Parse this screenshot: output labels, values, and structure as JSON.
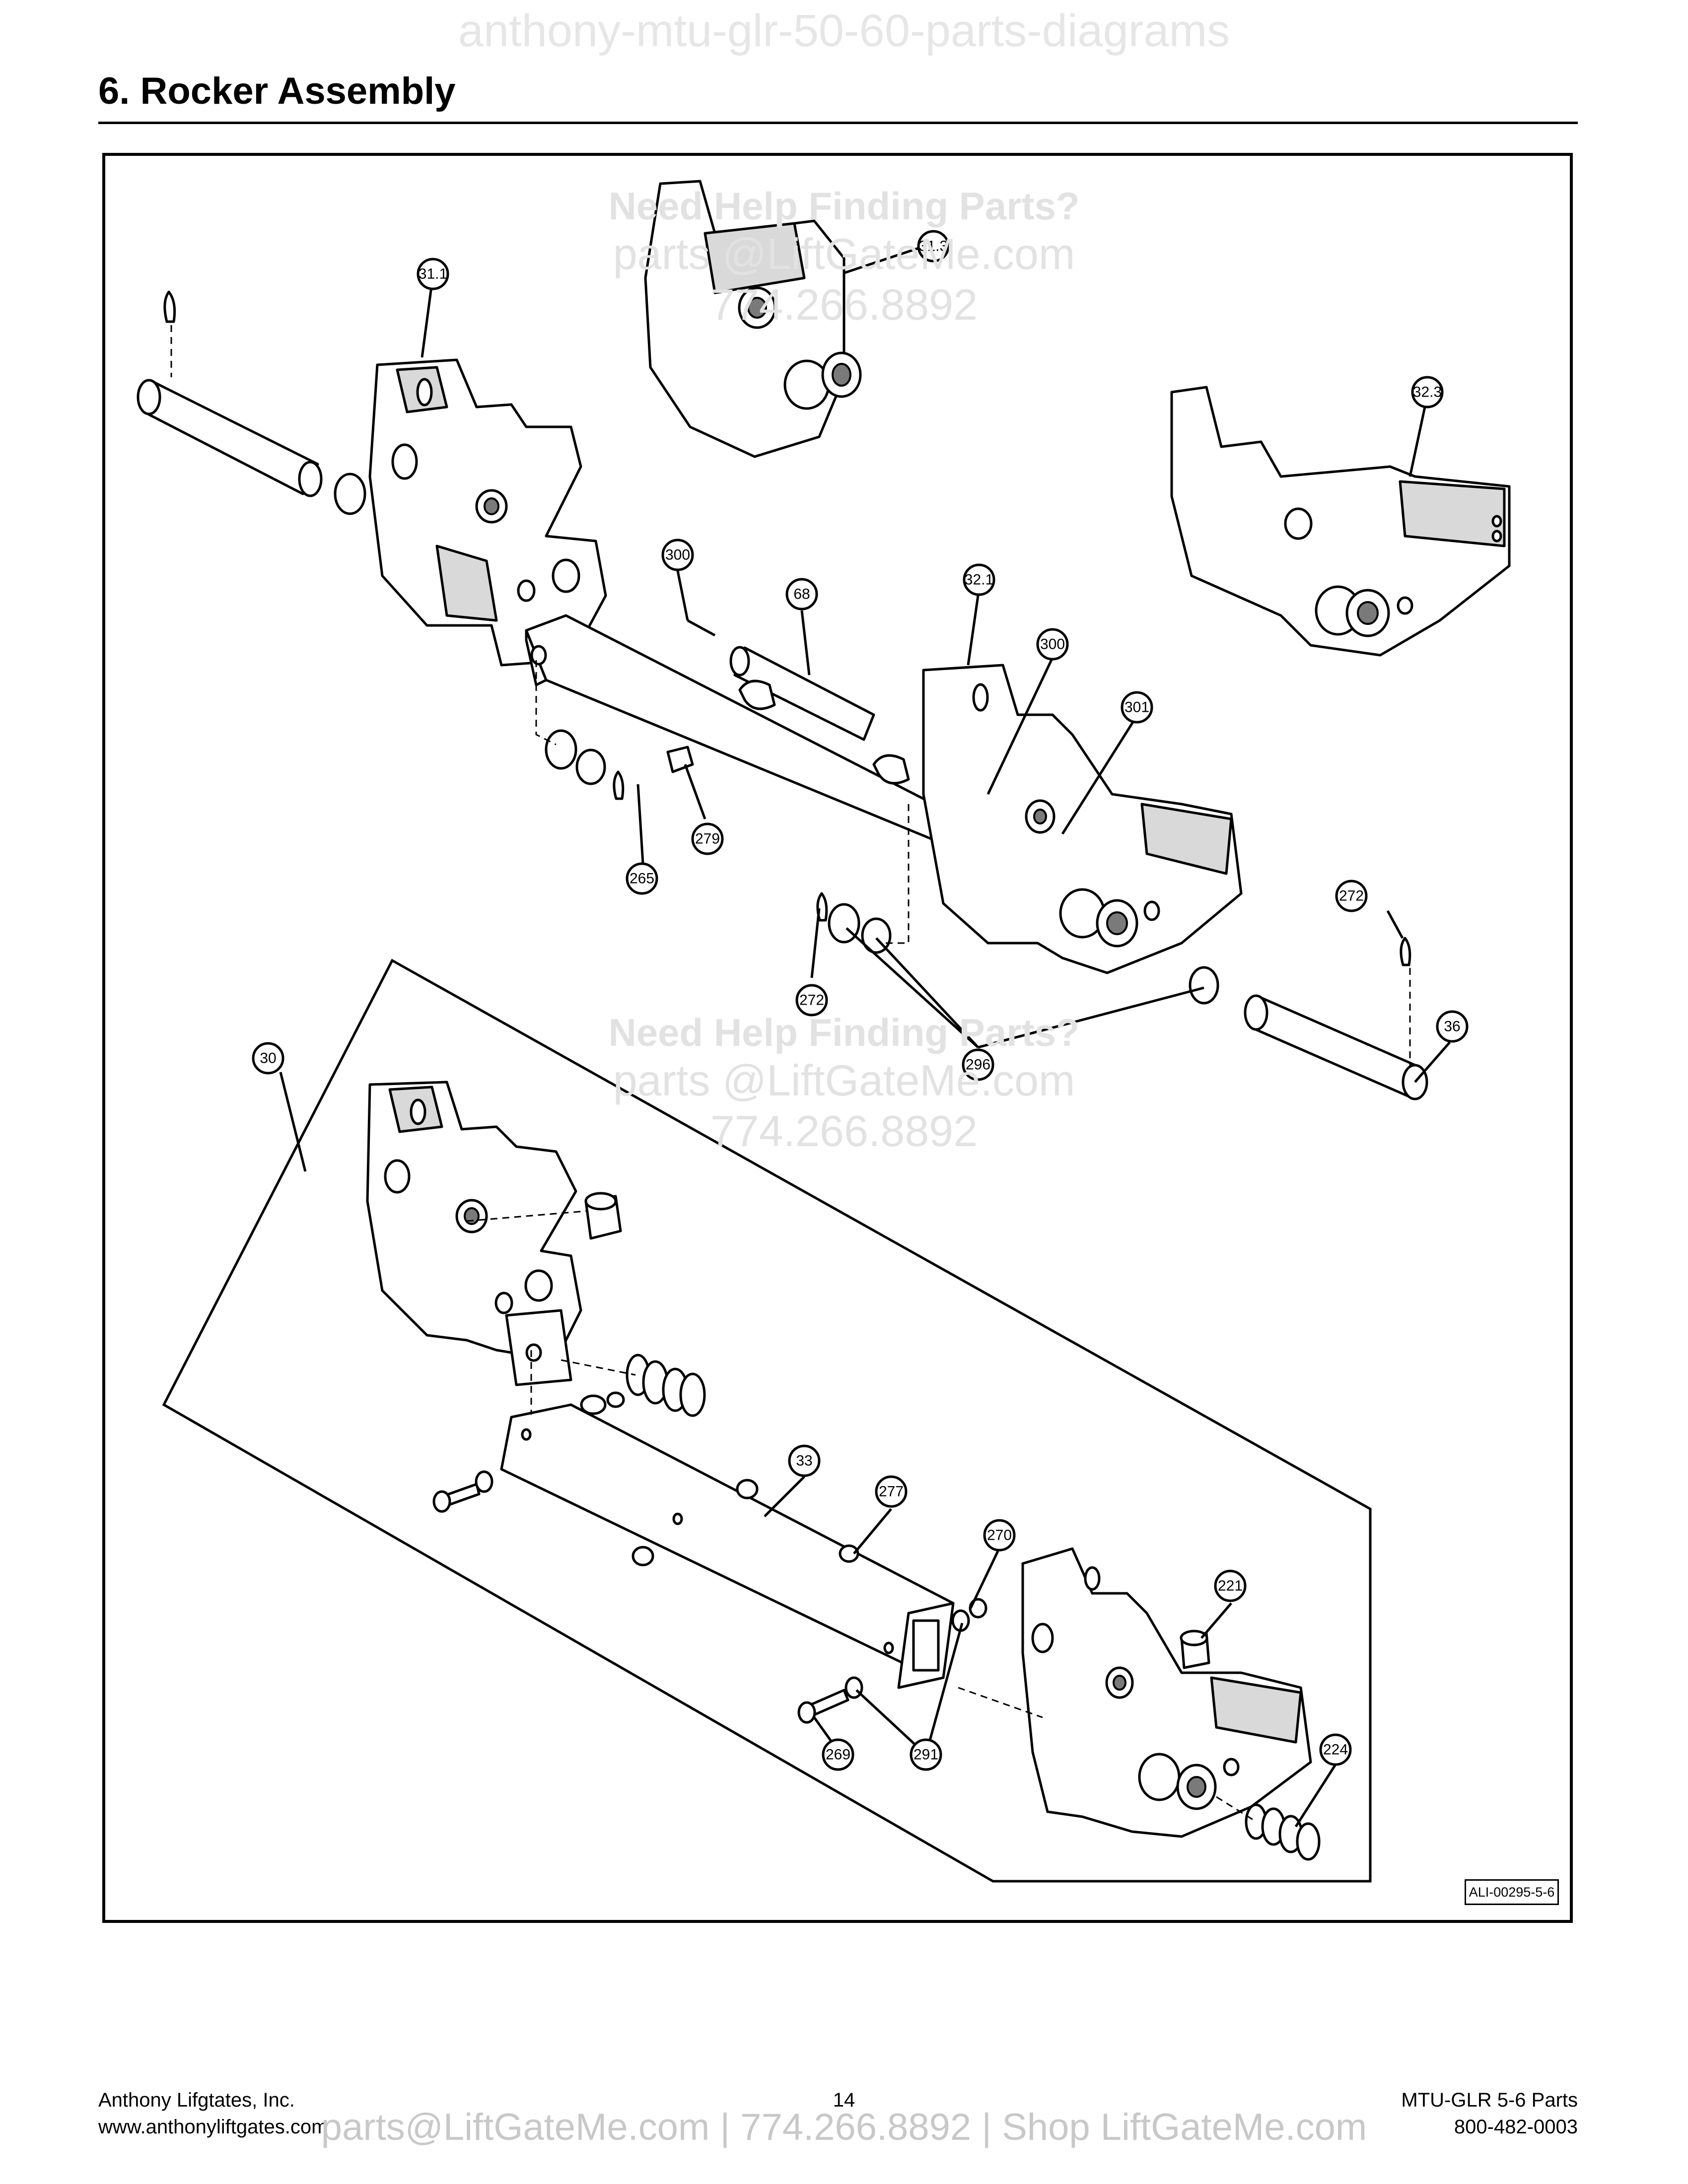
{
  "watermark_top": "anthony-mtu-glr-50-60-parts-diagrams",
  "section_title": "6.   Rocker Assembly",
  "watermark_blocks": [
    {
      "heading": "Need Help Finding Parts?",
      "email": "parts @LiftGateMe.com",
      "phone": "774.266.8892"
    },
    {
      "heading": "Need Help Finding Parts?",
      "email": "parts @LiftGateMe.com",
      "phone": "774.266.8892"
    }
  ],
  "callouts": [
    "31.1",
    "31.3",
    "32.3",
    "300",
    "68",
    "32.1",
    "300",
    "301",
    "279",
    "265",
    "272",
    "272",
    "296",
    "36",
    "30",
    "33",
    "277",
    "270",
    "221",
    "269",
    "291",
    "224"
  ],
  "drawing_ref": "ALI-00295-5-6",
  "footer": {
    "company": "Anthony Lifgtates, Inc.",
    "website": "www.anthonyliftgates.com",
    "page_number": "14",
    "doc_title": "MTU-GLR 5-6 Parts",
    "phone": "800-482-0003",
    "banner": "parts@LiftGateMe.com | 774.266.8892 | Shop LiftGateMe.com"
  }
}
